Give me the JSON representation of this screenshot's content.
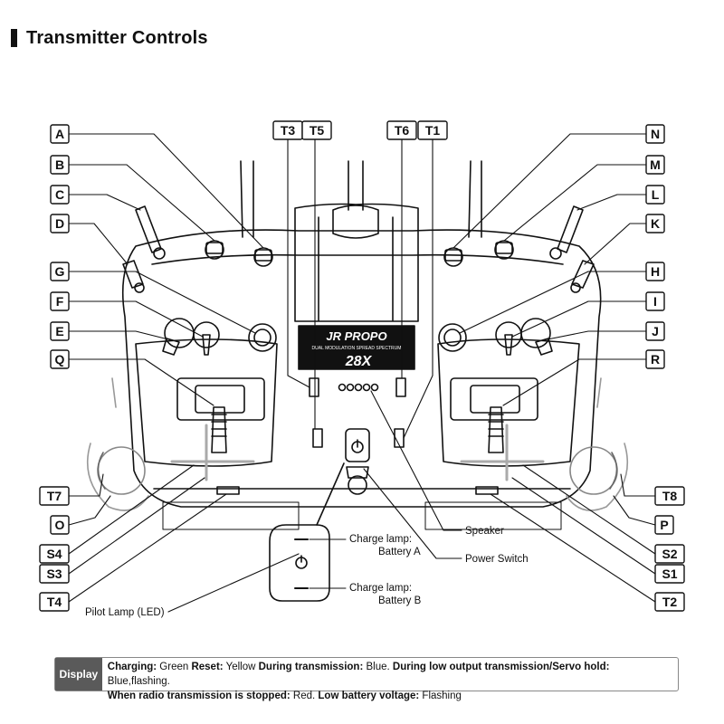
{
  "title": "Transmitter Controls",
  "labels": {
    "A": "A",
    "B": "B",
    "C": "C",
    "D": "D",
    "G": "G",
    "F": "F",
    "E": "E",
    "Q": "Q",
    "T7": "T7",
    "O": "O",
    "S4": "S4",
    "S3": "S3",
    "T4": "T4",
    "T3": "T3",
    "T5": "T5",
    "T6": "T6",
    "T1": "T1",
    "N": "N",
    "M": "M",
    "L": "L",
    "K": "K",
    "H": "H",
    "I": "I",
    "J": "J",
    "R": "R",
    "T8": "T8",
    "P": "P",
    "S2": "S2",
    "S1": "S1",
    "T2": "T2"
  },
  "callouts": {
    "speaker": "Speaker",
    "power_switch": "Power Switch",
    "pilot_lamp": "Pilot Lamp (LED)",
    "charge_a_line1": "Charge lamp:",
    "charge_a_line2": "Battery A",
    "charge_b_line1": "Charge lamp:",
    "charge_b_line2": "Battery B"
  },
  "brand": {
    "logo": "JR PROPO",
    "tagline": "DUAL MODULATION SPREAD SPECTRUM",
    "model": "28X"
  },
  "legend": {
    "tag": "Display",
    "k1": "Charging:",
    "v1": " Green  ",
    "k2": "Reset:",
    "v2": " Yellow  ",
    "k3": "During transmission:",
    "v3": " Blue.  ",
    "k4": "During low output transmission/Servo hold:",
    "v4": " Blue,flashing.",
    "k5": "When radio transmission is stopped:",
    "v5": " Red.  ",
    "k6": "Low battery voltage:",
    "v6": " Flashing"
  }
}
